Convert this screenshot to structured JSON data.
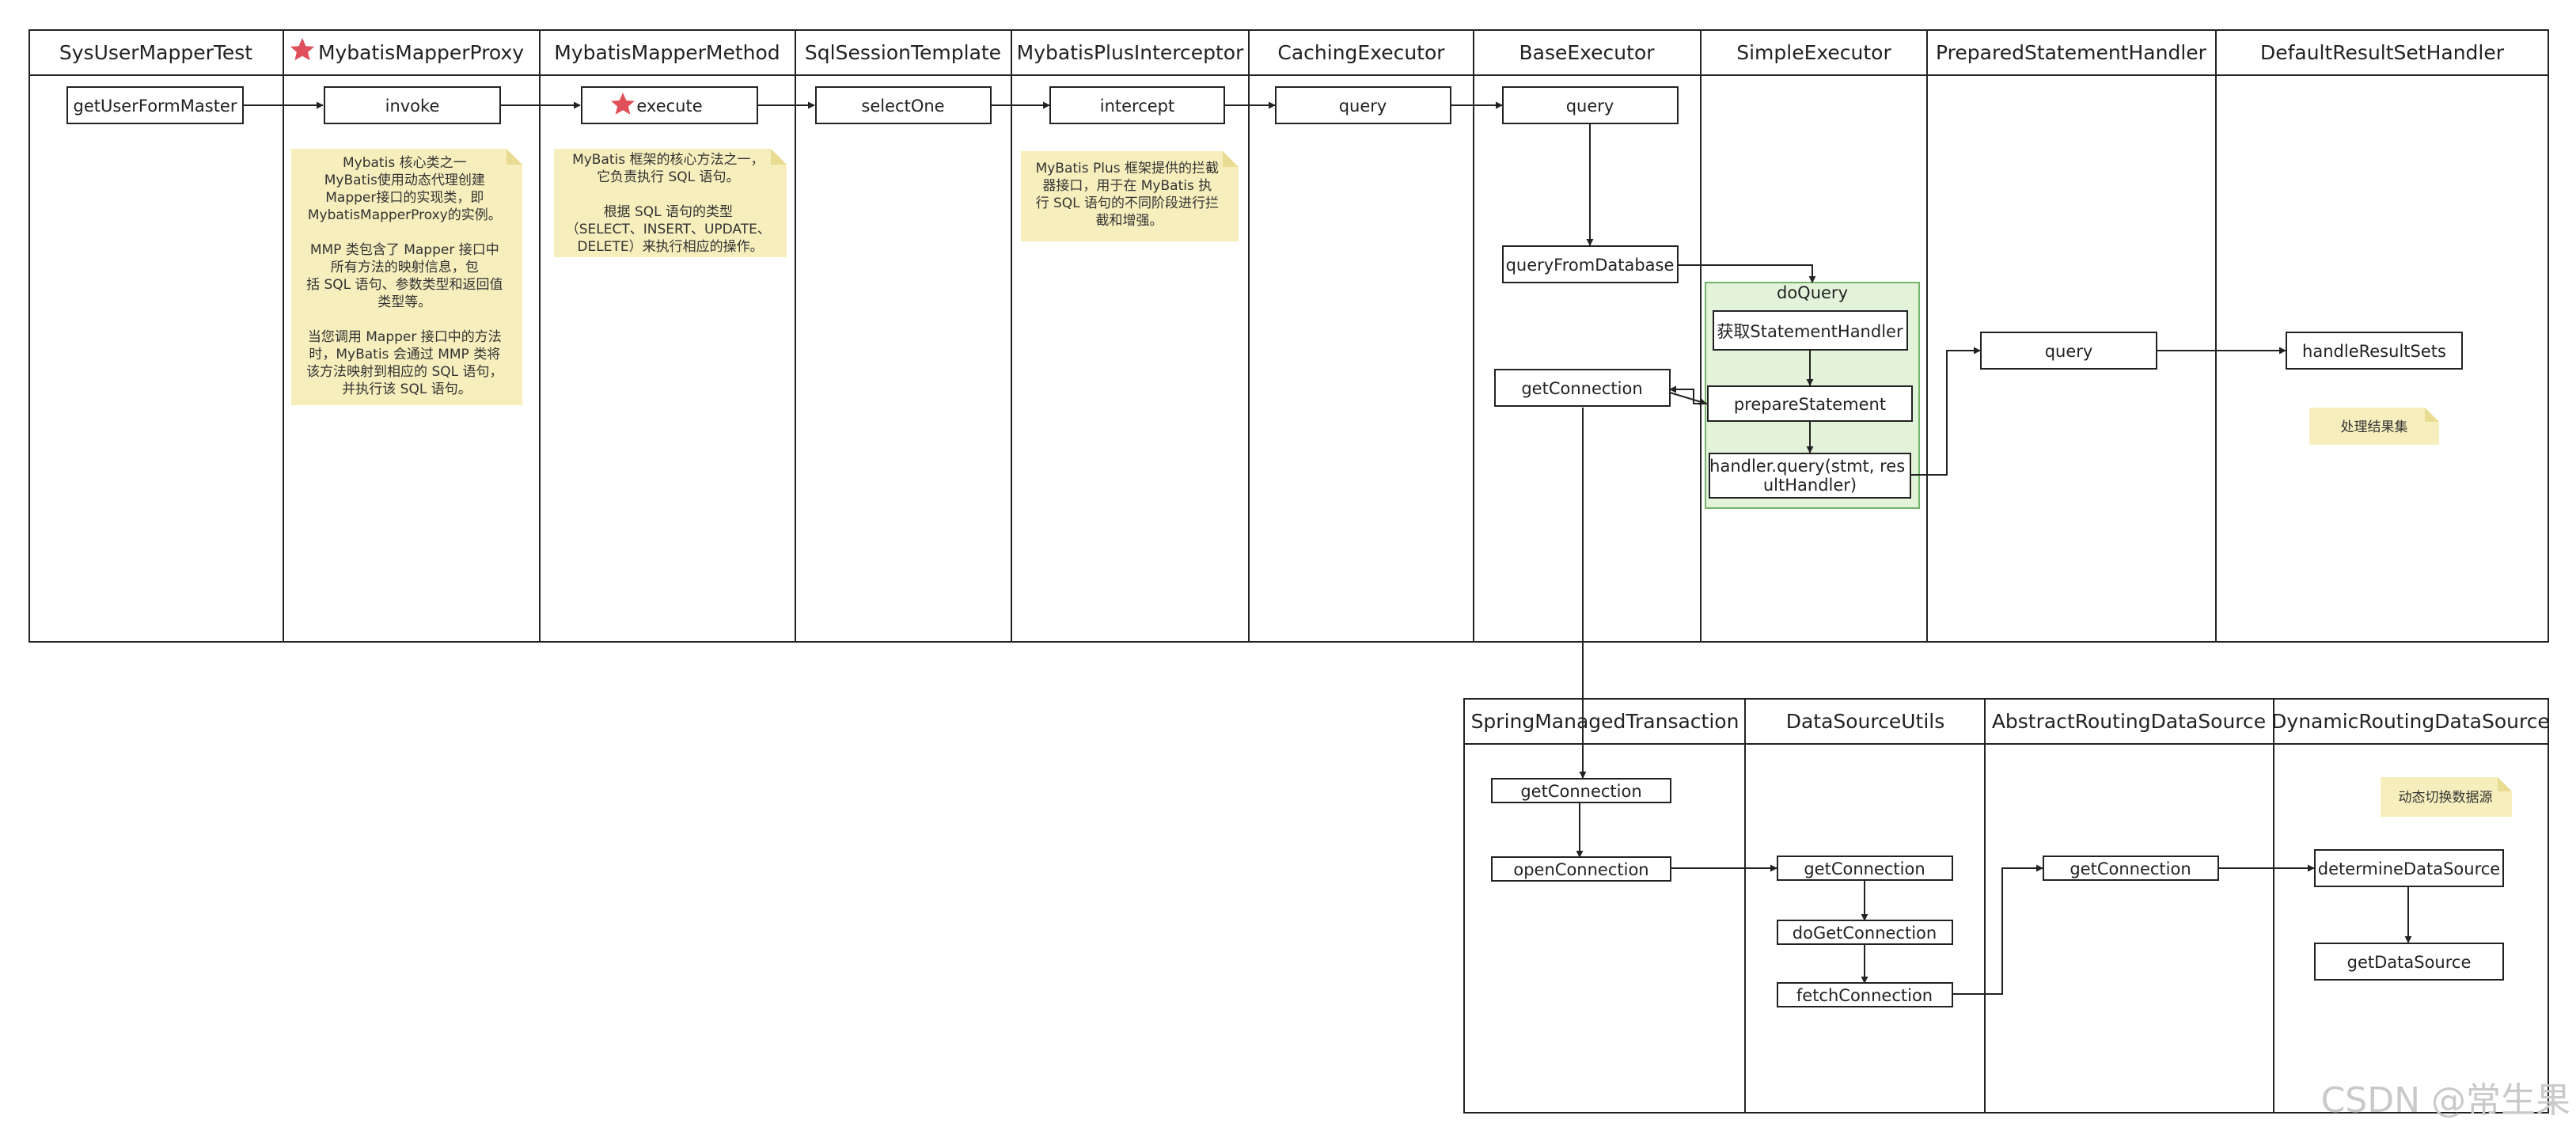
{
  "colors": {
    "line": "#222222",
    "note_fill": "#f6eebc",
    "note_fold": "#e8dc92",
    "group_fill": "#e3f3da",
    "group_border": "#74b36a",
    "star": "#e0505a"
  },
  "top_lanes": [
    "SysUserMapperTest",
    "MybatisMapperProxy",
    "MybatisMapperMethod",
    "SqlSessionTemplate",
    "MybatisPlusInterceptor",
    "CachingExecutor",
    "BaseExecutor",
    "SimpleExecutor",
    "PreparedStatementHandler",
    "DefaultResultSetHandler"
  ],
  "bottom_lanes": [
    "SpringManagedTransaction",
    "DataSourceUtils",
    "AbstractRoutingDataSource",
    "DynamicRoutingDataSource"
  ],
  "boxes": {
    "getUserFormMaster": "getUserFormMaster",
    "invoke": "invoke",
    "execute": "execute",
    "selectOne": "selectOne",
    "intercept": "intercept",
    "cachingQuery": "query",
    "baseQuery": "query",
    "queryFromDatabase": "queryFromDatabase",
    "getConnection": "getConnection",
    "doQueryTitle": "doQuery",
    "getStatementHandler": "获取StatementHandler",
    "prepareStatement": "prepareStatement",
    "handlerQuery": [
      "handler.query(stmt, res",
      "ultHandler)"
    ],
    "psQuery": "query",
    "handleResultSets": "handleResultSets",
    "smtGetConnection": "getConnection",
    "openConnection": "openConnection",
    "dsuGetConnection": "getConnection",
    "doGetConnection": "doGetConnection",
    "fetchConnection": "fetchConnection",
    "ardsGetConnection": "getConnection",
    "determineDataSource": "determineDataSource",
    "getDataSource": "getDataSource"
  },
  "notes": {
    "proxy": [
      "Mybatis 核心类之一",
      "MyBatis使用动态代理创建",
      "Mapper接口的实现类，即",
      "MybatisMapperProxy的实例。",
      "",
      "MMP 类包含了 Mapper 接口中",
      "所有方法的映射信息，包",
      "括 SQL 语句、参数类型和返回值",
      "类型等。",
      "",
      "当您调用 Mapper 接口中的方法",
      "时，MyBatis 会通过 MMP 类将",
      "该方法映射到相应的 SQL 语句，",
      "并执行该 SQL 语句。"
    ],
    "method": [
      "MyBatis 框架的核心方法之一，",
      "它负责执行 SQL 语句。",
      "",
      "根据 SQL 语句的类型",
      "（SELECT、INSERT、UPDATE、",
      "DELETE）来执行相应的操作。"
    ],
    "interceptor": [
      "MyBatis Plus 框架提供的拦截",
      "器接口，用于在 MyBatis 执",
      "行 SQL 语句的不同阶段进行拦",
      "截和增强。"
    ],
    "resultset": "处理结果集",
    "routing": "动态切换数据源"
  },
  "watermark": "CSDN @常生果"
}
